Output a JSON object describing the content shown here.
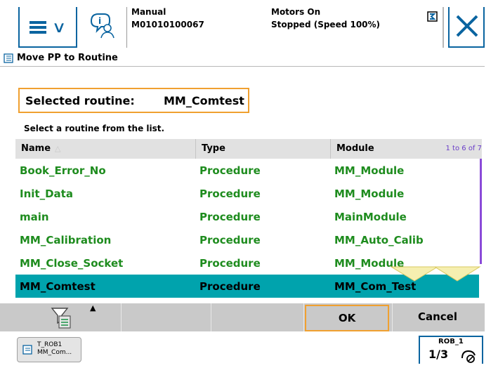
{
  "status": {
    "mode_title": "Manual",
    "controller_id": "M01010100067",
    "motors_title": "Motors On",
    "motors_state": "Stopped (Speed 100%)"
  },
  "window": {
    "title": "Move PP to Routine"
  },
  "selection": {
    "label": "Selected routine:",
    "value": "MM_Comtest"
  },
  "hint": "Select a routine from the list.",
  "table": {
    "columns": [
      "Name",
      "Type",
      "Module"
    ],
    "range_label": "1 to 6 of 7",
    "rows": [
      {
        "name": "Book_Error_No",
        "type": "Procedure",
        "module": "MM_Module"
      },
      {
        "name": "Init_Data",
        "type": "Procedure",
        "module": "MM_Module"
      },
      {
        "name": "main",
        "type": "Procedure",
        "module": "MainModule"
      },
      {
        "name": "MM_Calibration",
        "type": "Procedure",
        "module": "MM_Auto_Calib"
      },
      {
        "name": "MM_Close_Socket",
        "type": "Procedure",
        "module": "MM_Module"
      },
      {
        "name": "MM_Comtest",
        "type": "Procedure",
        "module": "MM_Com_Test"
      }
    ],
    "selected_index": 5
  },
  "commands": {
    "ok": "OK",
    "cancel": "Cancel"
  },
  "taskbar": {
    "task_line1": "T_ROB1",
    "task_line2": "MM_Com...",
    "robot": "ROB_1",
    "fraction": "1/3"
  },
  "icons": [
    "menu-icon",
    "chevron-down-icon",
    "info-icon",
    "indicator-icon",
    "close-icon",
    "program-icon",
    "sort-icon",
    "filter-icon",
    "up-arrow-icon",
    "scroll-arrows-icon",
    "jog-icon"
  ],
  "colors": {
    "accent": "#0a64a0",
    "selected_row": "#00a3ad",
    "row_text": "#1e8c1e",
    "highlight": "#f0a030"
  }
}
